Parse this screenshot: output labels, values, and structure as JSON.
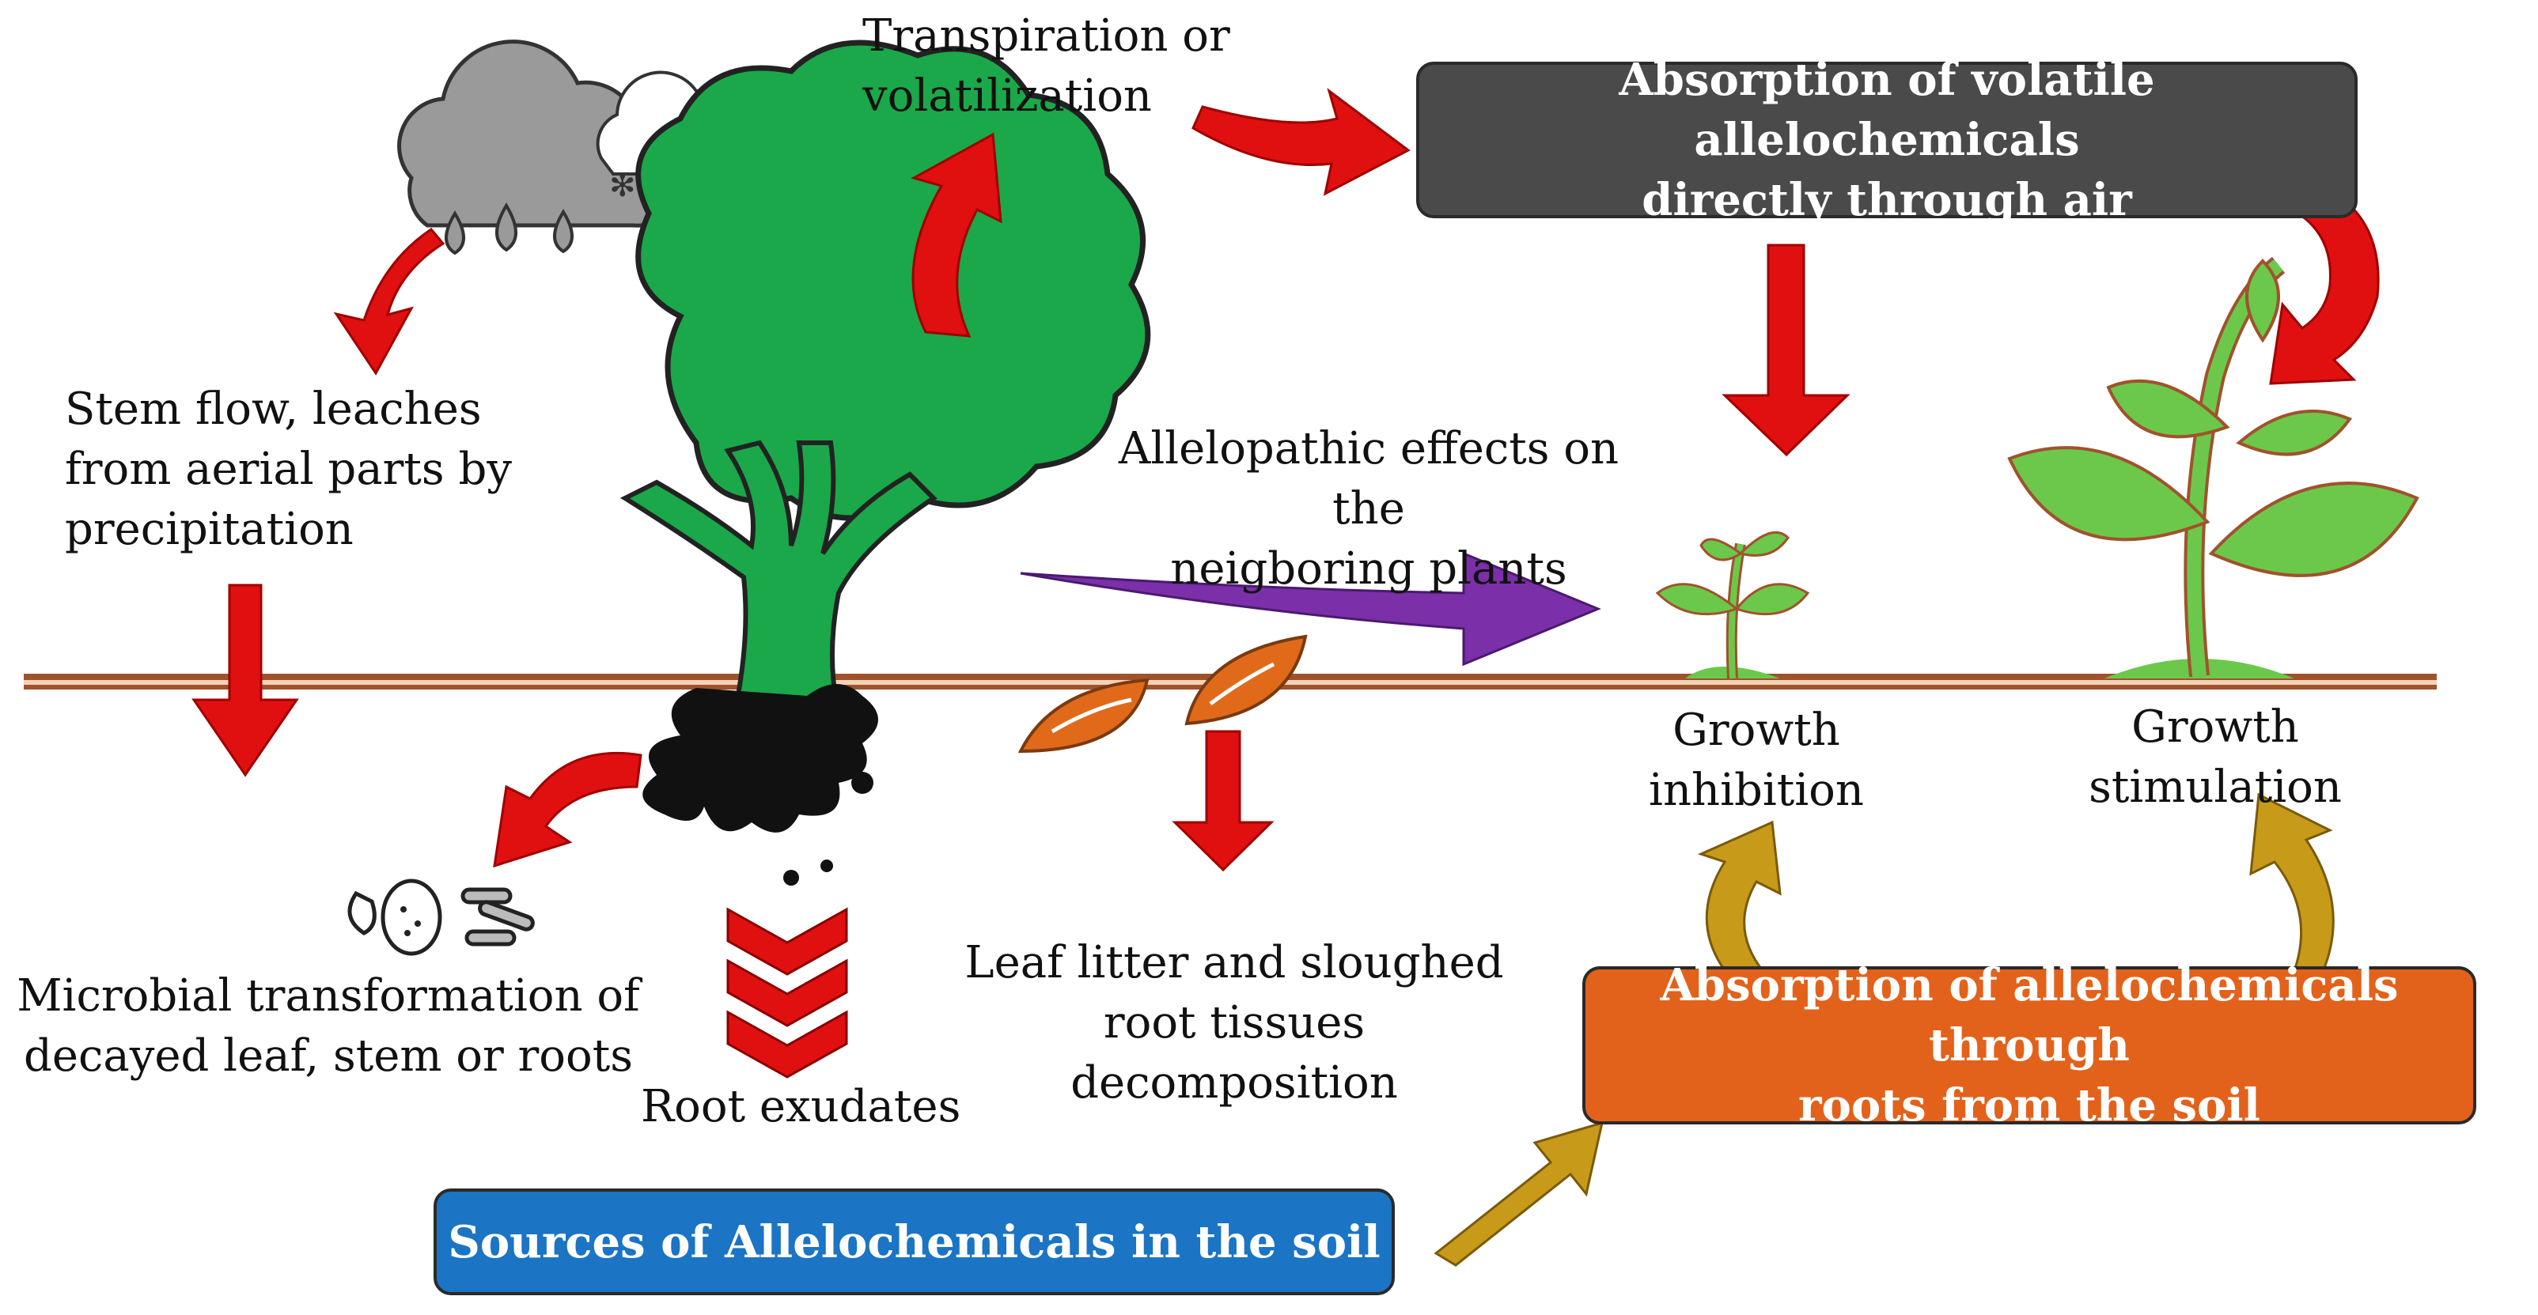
{
  "labels": {
    "transpiration": "Transpiration or\nvolatilization",
    "stem_flow": "Stem flow, leaches\nfrom aerial parts by\nprecipitation",
    "allelopathic_effects": "Allelopathic effects on the\nneigboring plants",
    "growth_inhibition": "Growth\ninhibition",
    "growth_stimulation": "Growth\nstimulation",
    "microbial": "Microbial transformation of\ndecayed leaf, stem or roots",
    "root_exudates": "Root exudates",
    "leaf_litter": "Leaf litter and sloughed\nroot tissues decomposition"
  },
  "boxes": {
    "volatile": "Absorption of volatile allelochemicals\ndirectly through air",
    "roots_soil": "Absorption of allelochemicals through\nroots from the soil",
    "sources": "Sources of Allelochemicals in the soil"
  },
  "colors": {
    "volatile_box": "#4a4a4a",
    "roots_box": "#e2621b",
    "sources_box": "#1b74c4",
    "red_arrow": "#e01010",
    "purple_arrow": "#7b2fa8",
    "gold_arrow": "#c89a1a",
    "tree_green": "#1aa84a",
    "seedling_green": "#6cc84a",
    "ground": "#a0522d",
    "leaf_orange": "#e06a1a"
  },
  "icons": [
    "rain-cloud-icon",
    "snow-cloud-icon",
    "tree-icon",
    "seedling-icon",
    "plant-icon",
    "leaf-icon",
    "microbe-icon",
    "bacteria-icon",
    "chevron-down-icon"
  ]
}
